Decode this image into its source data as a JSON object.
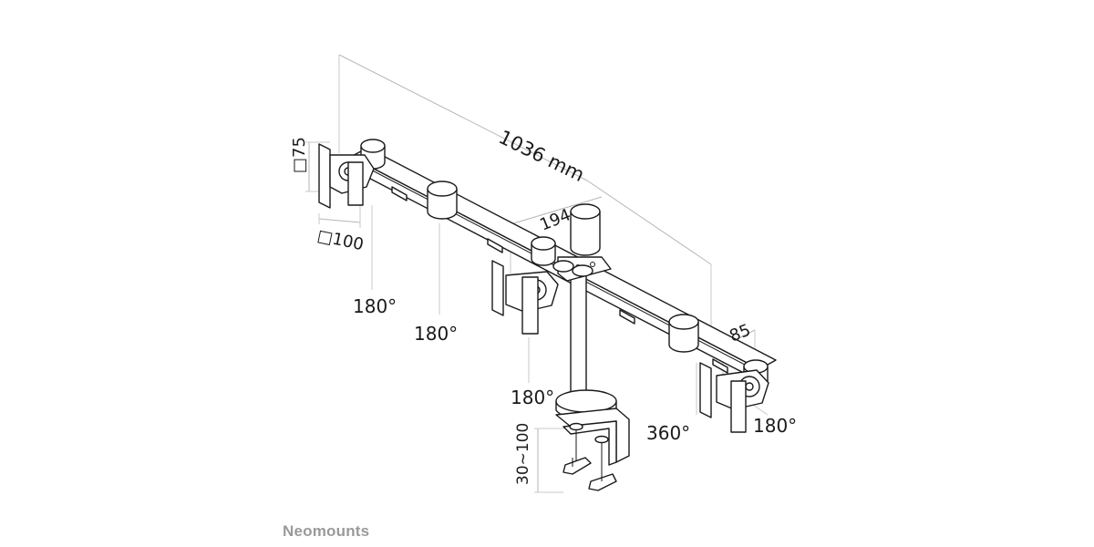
{
  "dimensions": {
    "total_width": "1036 mm",
    "pole_offset": "194",
    "arm_depth": "85",
    "vesa_small": "75",
    "vesa_large": "100",
    "clamp_range": "30~100"
  },
  "rotations": {
    "left_tilt": "180°",
    "left_swivel": "180°",
    "center_swivel": "180°",
    "right_rotation": "360°",
    "right_swivel": "180°"
  },
  "brand": "Neomounts"
}
